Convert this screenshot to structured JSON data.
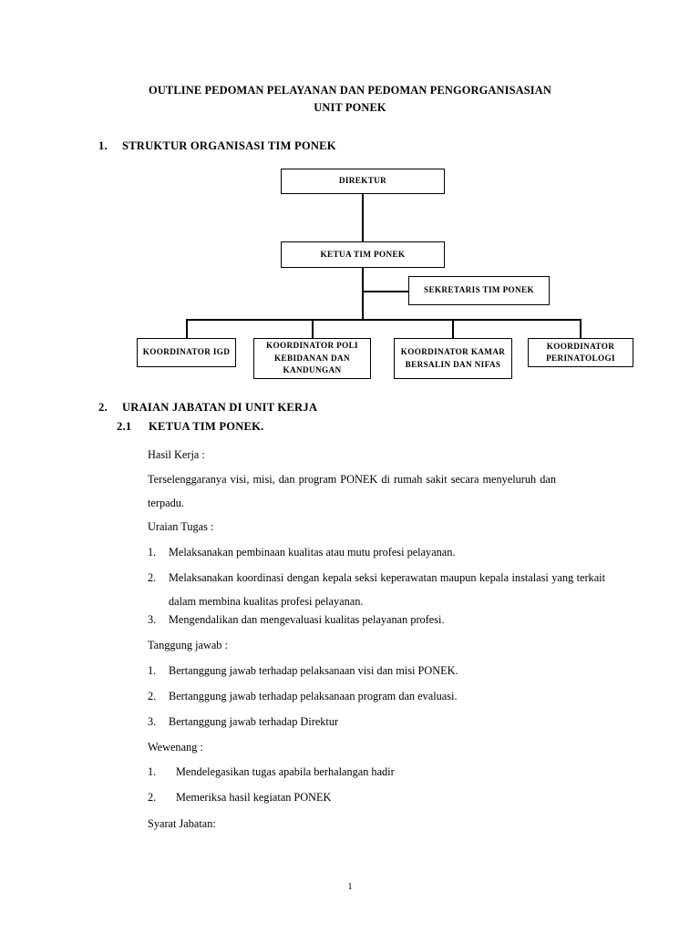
{
  "document": {
    "title_line1": "OUTLINE PEDOMAN PELAYANAN DAN PEDOMAN PENGORGANISASIAN",
    "title_line2": "UNIT PONEK",
    "page_number": "1"
  },
  "sections": [
    {
      "number": "1.",
      "heading": "STRUKTUR ORGANISASI TIM PONEK"
    },
    {
      "number": "2.",
      "heading": "URAIAN JABATAN DI UNIT KERJA",
      "subsection": {
        "number": "2.1",
        "heading": "KETUA TIM PONEK."
      }
    }
  ],
  "org_chart": {
    "nodes": [
      {
        "id": "direktur",
        "label": "DIREKTUR"
      },
      {
        "id": "ketua",
        "label": "KETUA TIM PONEK"
      },
      {
        "id": "sekretaris",
        "label": "SEKRETARIS TIM PONEK"
      },
      {
        "id": "koordinator-igd",
        "label": "KOORDINATOR IGD"
      },
      {
        "id": "koordinator-poli-kebidanan",
        "label": "KOORDINATOR POLI KEBIDANAN DAN KANDUNGAN"
      },
      {
        "id": "koordinator-kamar-bersalin",
        "label": "KOORDINATOR KAMAR BERSALIN DAN NIFAS"
      },
      {
        "id": "koordinator-perinatologi",
        "label": "KOORDINATOR PERINATOLOGI"
      }
    ]
  },
  "body": {
    "hasil_kerja_label": "Hasil Kerja :",
    "hasil_kerja_text": "Terselenggaranya visi, misi, dan program PONEK di rumah sakit secara menyeluruh dan terpadu.",
    "uraian_tugas_label": "Uraian Tugas :",
    "uraian_tugas": [
      {
        "marker": "1.",
        "text": "Melaksanakan pembinaan kualitas atau mutu profesi pelayanan."
      },
      {
        "marker": "2.",
        "text": "Melaksanakan koordinasi dengan kepala seksi keperawatan maupun kepala instalasi yang terkait dalam  membina kualitas profesi  pelayanan."
      },
      {
        "marker": "3.",
        "text": "Mengendalikan dan mengevaluasi kualitas pelayanan profesi."
      }
    ],
    "tanggung_jawab_label": "Tanggung jawab     :",
    "tanggung_jawab": [
      {
        "marker": "1.",
        "text": "Bertanggung jawab terhadap pelaksanaan visi dan misi PONEK."
      },
      {
        "marker": "2.",
        "text": "Bertanggung jawab terhadap pelaksanaan program dan evaluasi."
      },
      {
        "marker": "3.",
        "text": "Bertanggung jawab terhadap Direktur"
      }
    ],
    "wewenang_label": "Wewenang :",
    "wewenang": [
      {
        "marker": "1.",
        "text": "Mendelegasikan tugas apabila berhalangan hadir"
      },
      {
        "marker": "2.",
        "text": "Memeriksa hasil kegiatan PONEK"
      }
    ],
    "syarat_jabatan_label": "Syarat Jabatan:"
  }
}
